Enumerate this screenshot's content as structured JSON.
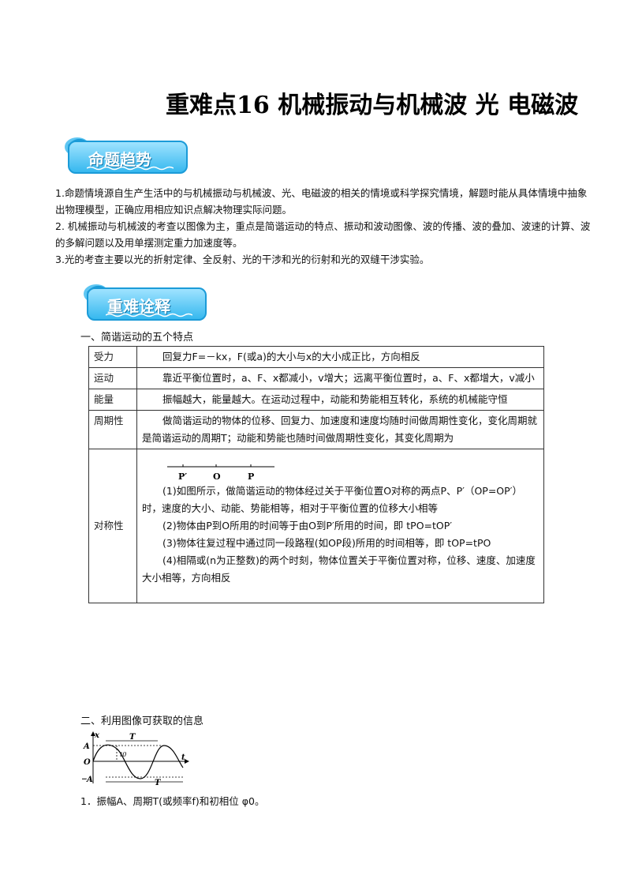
{
  "title": "重难点16 机械振动与机械波  光  电磁波",
  "banners": {
    "trend": "命题趋势",
    "explain": "重难诠释"
  },
  "trend_items": [
    "1.命题情境源自生产生活中的与机械振动与机械波、光、电磁波的相关的情境或科学探究情境，解题时能从具体情境中抽象出物理模型，正确应用相应知识点解决物理实际问题。",
    "2. 机械振动与机械波的考查以图像为主，重点是简谐运动的特点、振动和波动图像、波的传播、波的叠加、波速的计算、波的多解问题以及用单摆测定重力加速度等。",
    "3.光的考查主要以光的折射定律、全反射、光的干涉和光的衍射和光的双缝干涉实验。"
  ],
  "section1": "一、简谐运动的五个特点",
  "rows": [
    {
      "key": "受力",
      "value": "回复力F=－kx，F(或a)的大小与x的大小成正比，方向相反"
    },
    {
      "key": "运动",
      "value": "靠近平衡位置时，a、F、x都减小，v增大；远离平衡位置时，a、F、x都增大，v减小"
    },
    {
      "key": "能量",
      "value": "振幅越大，能量越大。在运动过程中，动能和势能相互转化，系统的机械能守恒"
    },
    {
      "key": "周期性",
      "value": "做简谐运动的物体的位移、回复力、加速度和速度均随时间做周期性变化，变化周期就是简谐运动的周期T；动能和势能也随时间做周期性变化，其变化周期为"
    }
  ],
  "symmetry": {
    "key": "对称性",
    "diagram_labels": [
      "P′",
      "O",
      "P"
    ],
    "lines": [
      "(1)如图所示，做简谐运动的物体经过关于平衡位置O对称的两点P、P′（OP=OP′）时，速度的大小、动能、势能相等，相对于平衡位置的位移大小相等",
      "(2)物体由P到O所用的时间等于由O到P′所用的时间，即 tPO=tOP′",
      "(3)物体往复过程中通过同一段路程(如OP段)所用的时间相等，即 tOP=tPO",
      "(4)相隔或(n为正整数)的两个时刻，物体位置关于平衡位置对称，位移、速度、加速度大小相等，方向相反"
    ]
  },
  "section2": "二、利用图像可获取的信息",
  "graph_labels": {
    "x": "x",
    "A": "A",
    "O": "O",
    "negA": "－A",
    "T_top": "T",
    "T_bottom": "T",
    "t0": "t0",
    "t": "t"
  },
  "item1": "1．振幅A、周期T(或频率f)和初相位 φ0。",
  "colors": {
    "banner_light": "#9fe3ff",
    "banner_dark": "#36b8ef"
  }
}
